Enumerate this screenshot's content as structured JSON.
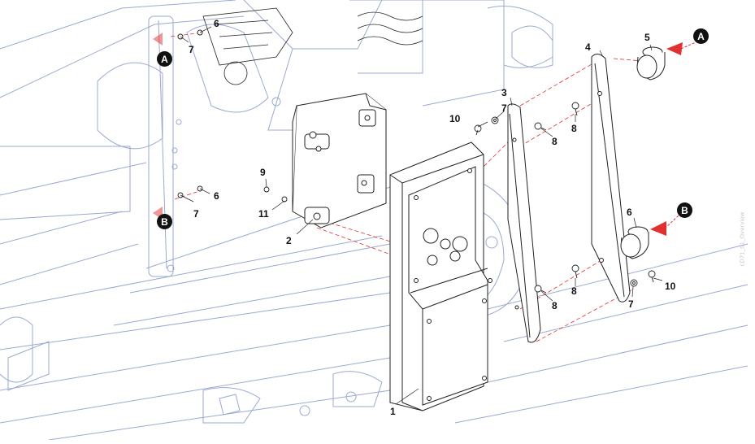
{
  "diagram": {
    "colors": {
      "background": "#ffffff",
      "machine_lines": "#9aaad0",
      "part_lines": "#222222",
      "leader_lines": "#e03030",
      "marker_fill": "#111111"
    },
    "markers": {
      "a": "A",
      "b": "B"
    },
    "callouts": {
      "c1": "1",
      "c2": "2",
      "c3": "3",
      "c4": "4",
      "c5": "5",
      "c6a": "6",
      "c6b": "6",
      "c6c": "6",
      "c7a": "7",
      "c7b": "7",
      "c7c": "7",
      "c7d": "7",
      "c8a": "8",
      "c8b": "8",
      "c8c": "8",
      "c8d": "8",
      "c9": "9",
      "c10a": "10",
      "c10b": "10",
      "c11": "11"
    },
    "watermark": "cD71_01_Overview"
  }
}
